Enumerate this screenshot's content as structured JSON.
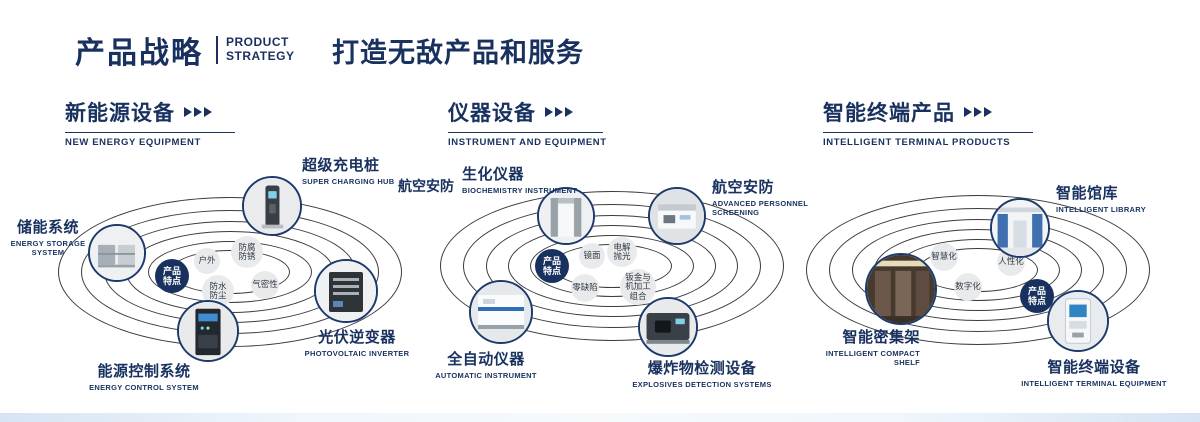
{
  "colors": {
    "navy": "#18315f",
    "ring": "#3c3c3c",
    "tag_bg": "#e9eaec",
    "badge_bg": "#18315f"
  },
  "header": {
    "title": "产品战略",
    "subtitle_top": "PRODUCT",
    "subtitle_bottom": "STRATEGY",
    "tagline": "打造无敌产品和服务"
  },
  "sections": [
    {
      "title": "新能源设备",
      "subtitle": "NEW ENERGY EQUIPMENT",
      "feature_badge": "产品\n特点",
      "tags": [
        "户外",
        "防腐\n防锈",
        "防水\n防尘",
        "气密性"
      ],
      "nodes": [
        {
          "title": "储能系统",
          "subtitle": "ENERGY STORAGE\nSYSTEM"
        },
        {
          "title": "超级充电桩",
          "subtitle": "SUPER CHARGING HUB"
        },
        {
          "title": "光伏逆变器",
          "subtitle": "PHOTOVOLTAIC INVERTER"
        },
        {
          "title": "能源控制系统",
          "subtitle": "ENERGY CONTROL SYSTEM"
        }
      ]
    },
    {
      "title": "仪器设备",
      "subtitle": "INSTRUMENT AND EQUIPMENT",
      "feature_badge": "产品\n特点",
      "aviation_label": "航空安防",
      "tags": [
        "镜面",
        "电解\n抛光",
        "零缺陷",
        "钣金与\n机加工\n组合"
      ],
      "nodes": [
        {
          "title": "生化仪器",
          "subtitle": "BIOCHEMISTRY INSTRUMENT"
        },
        {
          "title": "航空安防",
          "subtitle": "ADVANCED PERSONNEL\nSCREENING"
        },
        {
          "title": "全自动仪器",
          "subtitle": "AUTOMATIC INSTRUMENT"
        },
        {
          "title": "爆炸物检测设备",
          "subtitle": "EXPLOSIVES DETECTION SYSTEMS"
        }
      ]
    },
    {
      "title": "智能终端产品",
      "subtitle": "INTELLIGENT TERMINAL PRODUCTS",
      "feature_badge": "产品\n特点",
      "tags": [
        "智慧化",
        "人性化",
        "数字化"
      ],
      "nodes": [
        {
          "title": "智能馆库",
          "subtitle": "INTELLIGENT LIBRARY"
        },
        {
          "title": "智能密集架",
          "subtitle": "INTELLIGENT COMPACT\nSHELF"
        },
        {
          "title": "智能终端设备",
          "subtitle": "INTELLIGENT TERMINAL EQUIPMENT"
        }
      ]
    }
  ]
}
